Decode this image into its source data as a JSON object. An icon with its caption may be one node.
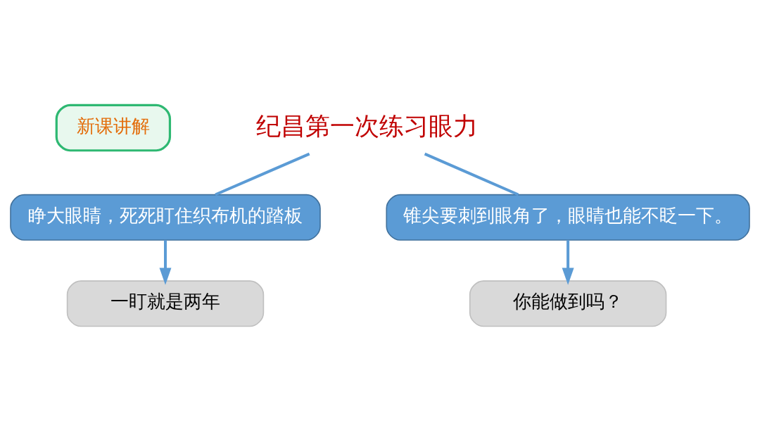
{
  "diagram": {
    "nodes": [
      {
        "text": [
          "新课讲解"
        ]
      },
      {
        "text": [
          "纪昌第一次练习眼力"
        ]
      },
      {
        "text": [
          "睁大眼睛，死死盯住织布机的踏板"
        ]
      },
      {
        "text": [
          "锥尖要刺到眼角了，眼睛也能不眨一下。"
        ]
      },
      {
        "text": [
          "一盯就是两年"
        ]
      },
      {
        "text": [
          "你能做到吗？"
        ]
      }
    ],
    "edges": [
      {
        "from": 1,
        "to": 2,
        "arrow": "none"
      },
      {
        "from": 1,
        "to": 3,
        "arrow": "none"
      },
      {
        "from": 2,
        "to": 4,
        "arrow": "to"
      },
      {
        "from": 3,
        "to": 5,
        "arrow": "to"
      }
    ]
  }
}
